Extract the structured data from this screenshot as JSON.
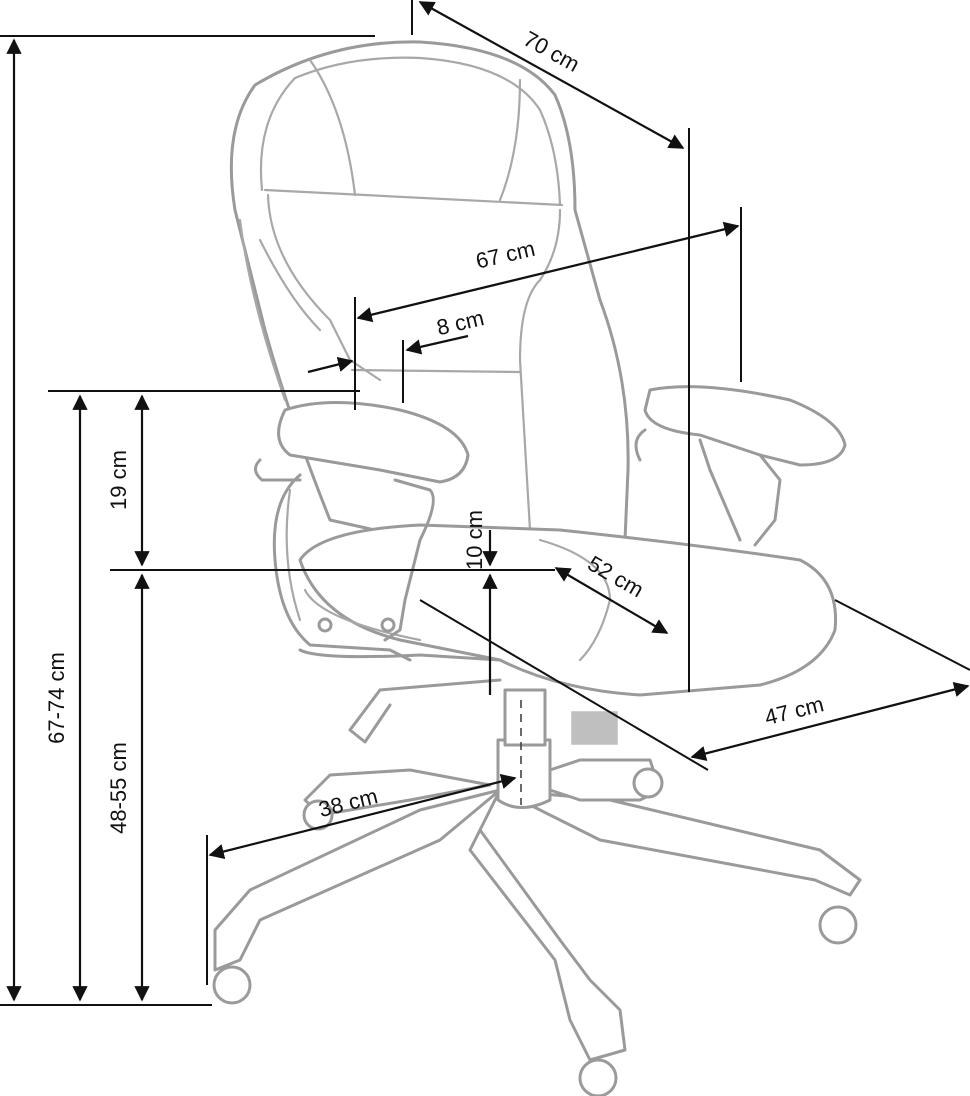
{
  "dimensions": {
    "depth_top": "70 cm",
    "armrest_width": "67 cm",
    "arm_width": "8 cm",
    "arm_height": "19 cm",
    "seat_thickness": "10 cm",
    "seat_depth": "52 cm",
    "seat_width": "47 cm",
    "base_radius": "38 cm",
    "arm_floor_height": "67-74 cm",
    "seat_floor_height": "48-55 cm"
  },
  "colors": {
    "line_art": "#9a9a9a",
    "dimension": "#111111",
    "background": "#ffffff"
  }
}
